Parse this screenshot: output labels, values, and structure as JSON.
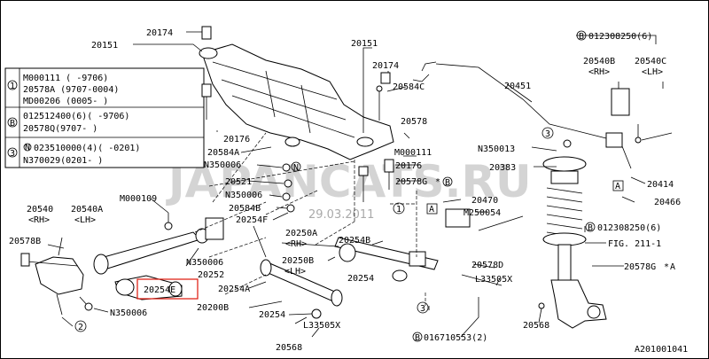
{
  "watermark": {
    "brand": "JAPANCATS.RU",
    "date": "29.03.2011"
  },
  "legend": {
    "rows": [
      {
        "marker": "1",
        "shape": "circle",
        "lines": [
          "M000111  (  -9706)",
          "20578A  (9707-0004)",
          "MD00206 (0005-   )"
        ]
      },
      {
        "marker": "B",
        "shape": "circle",
        "lines": [
          "012512400(6)(  -9706)",
          "20578Q(9707-   )"
        ]
      },
      {
        "marker": "N",
        "marker_after": "3",
        "shape": "circle",
        "lines": [
          "023510000(4)(  -0201)",
          "N370029(0201-   )"
        ]
      }
    ]
  },
  "labels": {
    "p20174_top": "20174",
    "p20151_left": "20151",
    "p20151_mid": "20151",
    "p20174_mid": "20174",
    "p20584C": "20584C",
    "p20578": "20578",
    "p20176_left": "20176",
    "p20584A": "20584A",
    "pN350006_a": "N350006",
    "p20521": "20521",
    "pN350006_b": "N350006",
    "p20584B": "20584B",
    "p20254F": "20254F",
    "pM000111": "M000111",
    "p20176_mid": "20176",
    "p20578GB": "20578G",
    "p20470": "20470",
    "pM250054": "M250054",
    "pM000109": "M000109",
    "p20540": "20540",
    "p20540_rh": "<RH>",
    "p20540A": "20540A",
    "p20540A_lh": "<LH>",
    "p20578B": "20578B",
    "pN350006_c": "N350006",
    "p20252": "20252",
    "p20254E": "20254E",
    "pN350006_d": "N350006",
    "p20250A": "20250A",
    "p20250A_rh": "<RH>",
    "p20254B": "20254B",
    "p20250B": "20250B",
    "p20250B_lh": "<LH>",
    "p20254A": "20254A",
    "p20200B": "20200B",
    "p20254_a": "20254",
    "p20254_b": "20254",
    "pL33505X_a": "L33505X",
    "pL33505X_b": "L33505X",
    "p20568_a": "20568",
    "p20568_b": "20568",
    "p016710553": "016710553(2)",
    "p20578D": "20578D",
    "p012308250_top": "012308250(6)",
    "p20540B": "20540B",
    "p20540B_rh": "<RH>",
    "p20540C": "20540C",
    "p20540C_lh": "<LH>",
    "p20451": "20451",
    "pN350013": "N350013",
    "p20383": "20383",
    "p20414": "20414",
    "p20466": "20466",
    "p012308250_bot": "012308250(6)",
    "pFIG": "FIG. 211-1",
    "p20578GA": "20578G",
    "ref_code": "A201001041",
    "marker_B": "B",
    "marker_N": "N",
    "marker_A": "A",
    "marker_1": "1",
    "marker_2": "2",
    "marker_3": "3",
    "star_sep": "*"
  }
}
